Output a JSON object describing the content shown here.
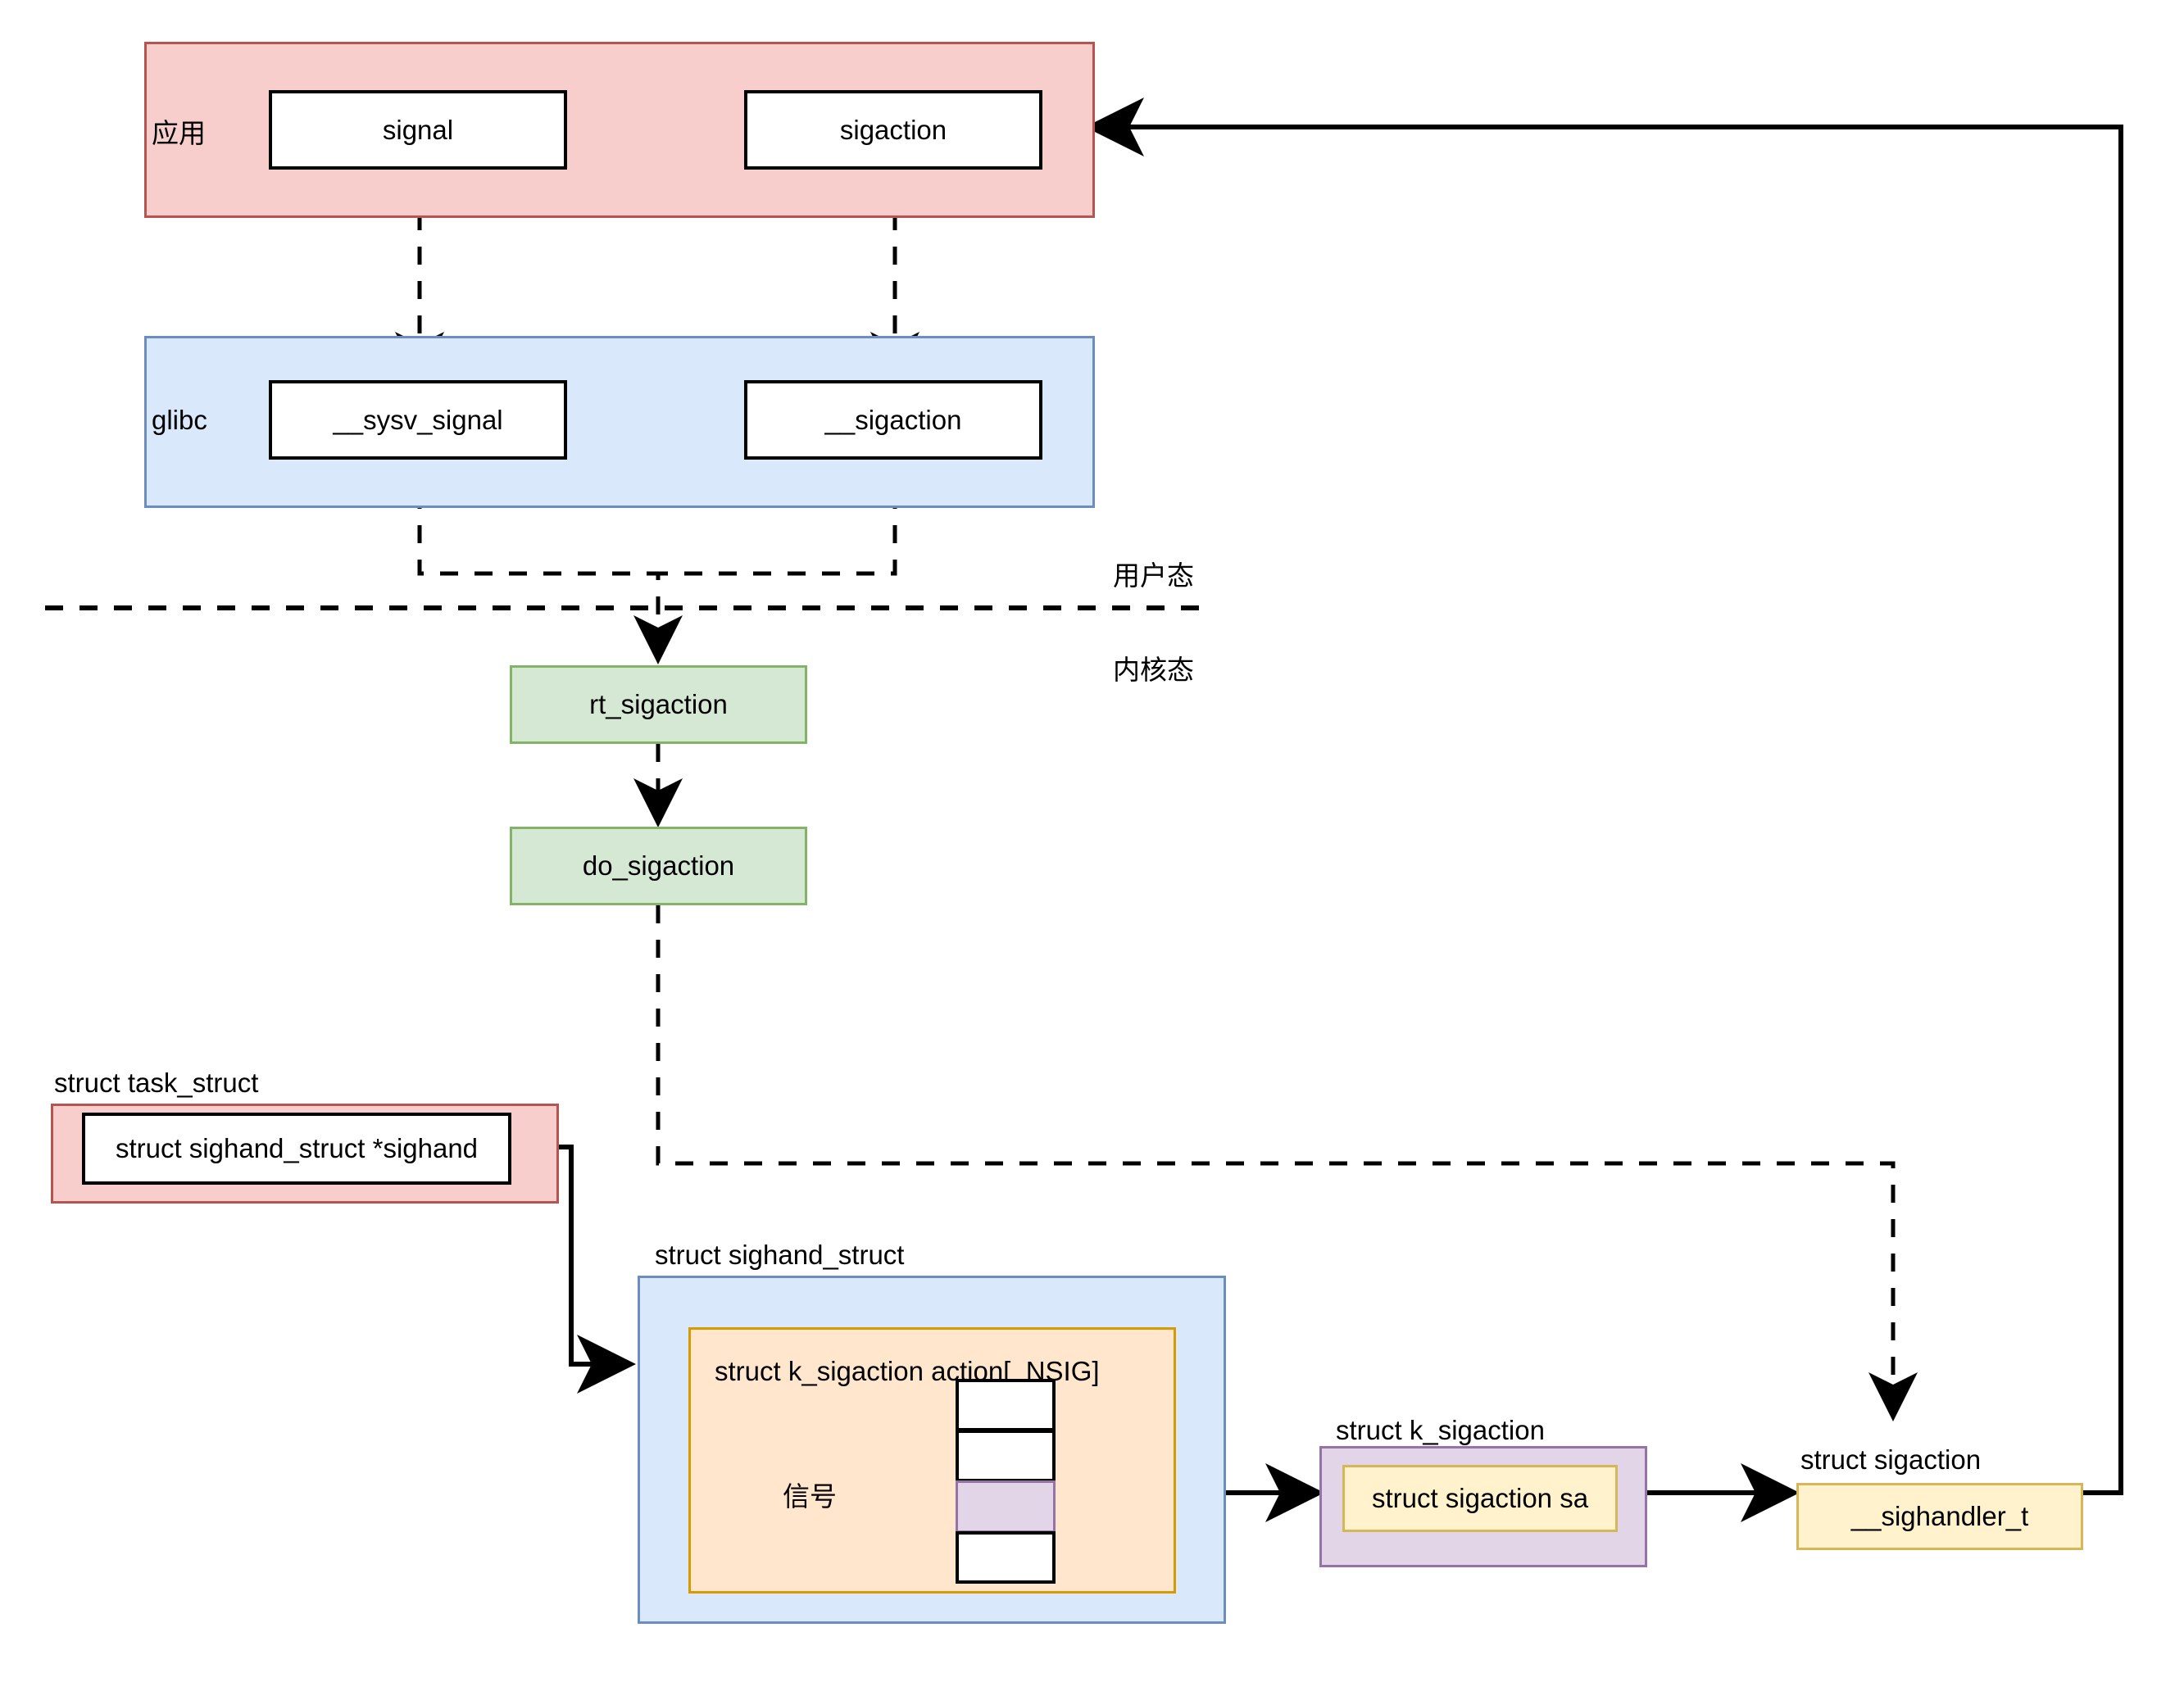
{
  "diagram": {
    "title_regions": {
      "app_label": "应用",
      "glibc_label": "glibc"
    },
    "mode_labels": {
      "user_mode": "用户态",
      "kernel_mode": "内核态"
    },
    "app_nodes": [
      {
        "label": "signal"
      },
      {
        "label": "sigaction"
      }
    ],
    "glibc_nodes": [
      {
        "label": "__sysv_signal"
      },
      {
        "label": "__sigaction"
      }
    ],
    "kernel_nodes": [
      {
        "label": "rt_sigaction"
      },
      {
        "label": "do_sigaction"
      }
    ],
    "task_struct": {
      "caption": "struct task_struct",
      "field": "struct sighand_struct *sighand"
    },
    "sighand_struct": {
      "caption": "struct sighand_struct",
      "action_array_label": "struct k_sigaction action[_NSIG]",
      "signal_label": "信号",
      "cells": [
        {
          "state": "empty"
        },
        {
          "state": "empty"
        },
        {
          "state": "selected"
        },
        {
          "state": "empty"
        }
      ]
    },
    "k_sigaction": {
      "caption": "struct k_sigaction",
      "field": "struct sigaction sa"
    },
    "sigaction_struct": {
      "caption": "struct sigaction",
      "field": "__sighandler_t"
    },
    "colors": {
      "app_fill": "#f8cecc",
      "app_stroke": "#b85450",
      "glibc_fill": "#dae8fc",
      "glibc_stroke": "#6c8ebf",
      "kernel_fill": "#d5e8d4",
      "kernel_stroke": "#82b366",
      "action_fill": "#ffe6cc",
      "action_stroke": "#d79b00",
      "ksig_fill": "#e1d5e7",
      "ksig_stroke": "#9673a6",
      "sigaction_fill": "#fff2cc",
      "sigaction_stroke": "#d6b656",
      "line": "#000000"
    }
  }
}
